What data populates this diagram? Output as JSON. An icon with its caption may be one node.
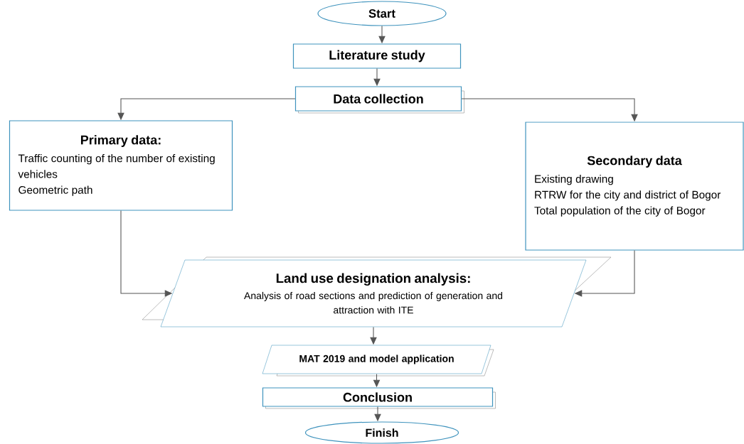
{
  "diagram": {
    "nodes": [
      {
        "text": [
          "Start"
        ]
      },
      {
        "text": [
          "Literature study"
        ]
      },
      {
        "text": [
          "Data collection"
        ]
      },
      {
        "text": [
          "Primary data:",
          "Traffic counting of the number of existing vehicles",
          "Geometric path"
        ]
      },
      {
        "text": [
          "Secondary data",
          "Existing drawing",
          "RTRW for the city and district of Bogor",
          "Total population of the city of Bogor"
        ]
      },
      {
        "text": [
          "Land use designation analysis:",
          "Analysis of road sections and prediction of generation and attraction with ITE"
        ]
      },
      {
        "text": [
          "MAT 2019 and model application"
        ]
      },
      {
        "text": [
          "Conclusion"
        ]
      },
      {
        "text": [
          "Finish"
        ]
      }
    ],
    "edges": [
      {
        "from": 0,
        "to": 1,
        "arrow": "to"
      },
      {
        "from": 1,
        "to": 2,
        "arrow": "to"
      },
      {
        "from": 2,
        "to": 3,
        "arrow": "to"
      },
      {
        "from": 2,
        "to": 4,
        "arrow": "to"
      },
      {
        "from": 3,
        "to": 5,
        "arrow": "to"
      },
      {
        "from": 4,
        "to": 5,
        "arrow": "to"
      },
      {
        "from": 5,
        "to": 6,
        "arrow": "to"
      },
      {
        "from": 6,
        "to": 7,
        "arrow": "to"
      },
      {
        "from": 7,
        "to": 8,
        "arrow": "to"
      }
    ]
  }
}
